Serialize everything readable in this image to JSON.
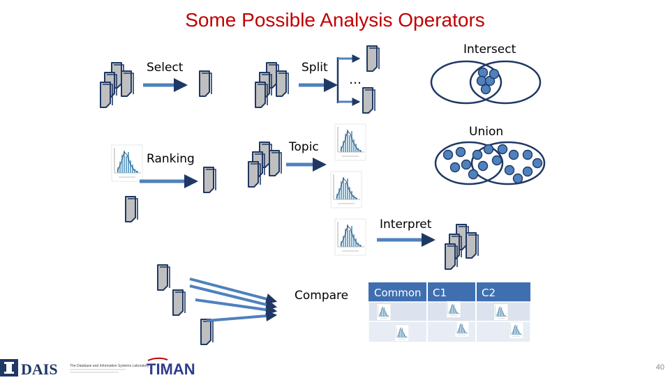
{
  "slide": {
    "title": "Some Possible Analysis Operators",
    "page_number": "40",
    "colors": {
      "title": "#C00000",
      "arrow": "#4F81BD",
      "doc_fill": "#BFBFBF",
      "doc_stroke": "#1F3864",
      "circle": "#1F3864",
      "dot": "#4F81BD",
      "table_header": "#3F6FB0",
      "table_cell": "#DCE3EE"
    }
  },
  "operators": {
    "select": "Select",
    "split": "Split",
    "split_more": "…",
    "intersect": "Intersect",
    "ranking": "Ranking",
    "topic": "Topic",
    "union": "Union",
    "interpret": "Interpret",
    "compare": "Compare"
  },
  "compare_table": {
    "headers": [
      "Common",
      "C1",
      "C2"
    ]
  },
  "footer": {
    "logo_left": "DAIS",
    "logo_left_sub": "The Database and Information Systems Laboratory",
    "logo_right": "TIMAN",
    "icons": [
      "university-logo",
      "dais-logo",
      "timan-logo"
    ]
  }
}
